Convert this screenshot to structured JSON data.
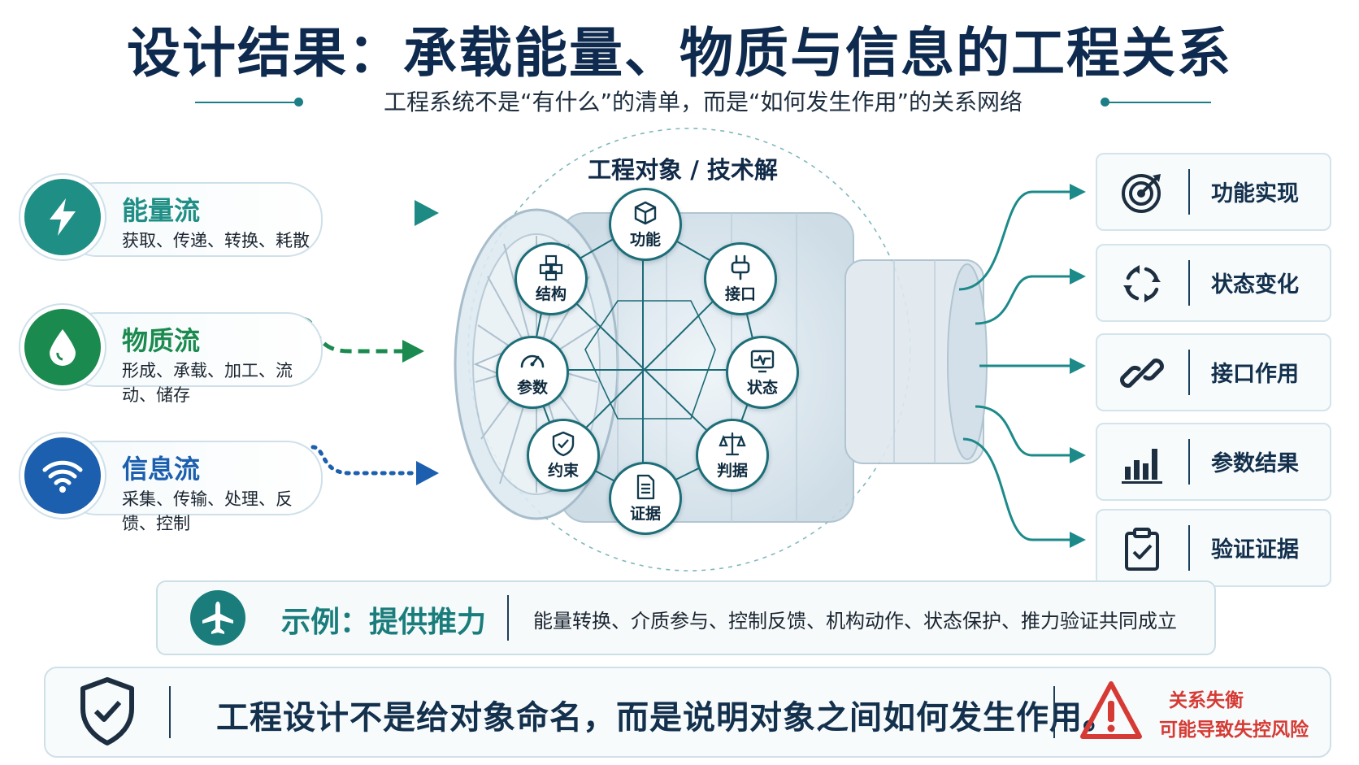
{
  "header": {
    "title": "设计结果：承载能量、物质与信息的工程关系",
    "subtitle": "工程系统不是“有什么”的清单，而是“如何发生作用”的关系网络"
  },
  "flows": [
    {
      "title": "能量流",
      "desc": "获取、传递、转换、耗散",
      "color": "#1f8f86",
      "icon": "lightning-icon"
    },
    {
      "title": "物质流",
      "desc": "形成、承载、加工、流动、储存",
      "color": "#1a8a4e",
      "icon": "droplet-icon"
    },
    {
      "title": "信息流",
      "desc": "采集、传输、处理、反馈、控制",
      "color": "#1b5fae",
      "icon": "wifi-icon"
    }
  ],
  "core": {
    "title": "工程对象 / 技术解",
    "nodes": {
      "function": "功能",
      "structure": "结构",
      "interface": "接口",
      "parameter": "参数",
      "state": "状态",
      "constraint": "约束",
      "judgment": "判据",
      "evidence": "证据"
    }
  },
  "outputs": [
    {
      "label": "功能实现",
      "icon": "target-icon"
    },
    {
      "label": "状态变化",
      "icon": "cycle-arrows-icon"
    },
    {
      "label": "接口作用",
      "icon": "link-icon"
    },
    {
      "label": "参数结果",
      "icon": "bar-chart-icon"
    },
    {
      "label": "验证证据",
      "icon": "clipboard-check-icon"
    }
  ],
  "example": {
    "title": "示例：提供推力",
    "desc": "能量转换、介质参与、控制反馈、机构动作、状态保护、推力验证共同成立",
    "icon": "airplane-icon"
  },
  "bottom": {
    "statement": "工程设计不是给对象命名，而是说明对象之间如何发生作用。",
    "warning_line1": "关系失衡",
    "warning_line2": "可能导致失控风险"
  },
  "colors": {
    "navy": "#0e2a4e",
    "teal": "#1d7f86",
    "green": "#1a8a4e",
    "blue": "#1b5fae",
    "warning": "#d63a34"
  }
}
